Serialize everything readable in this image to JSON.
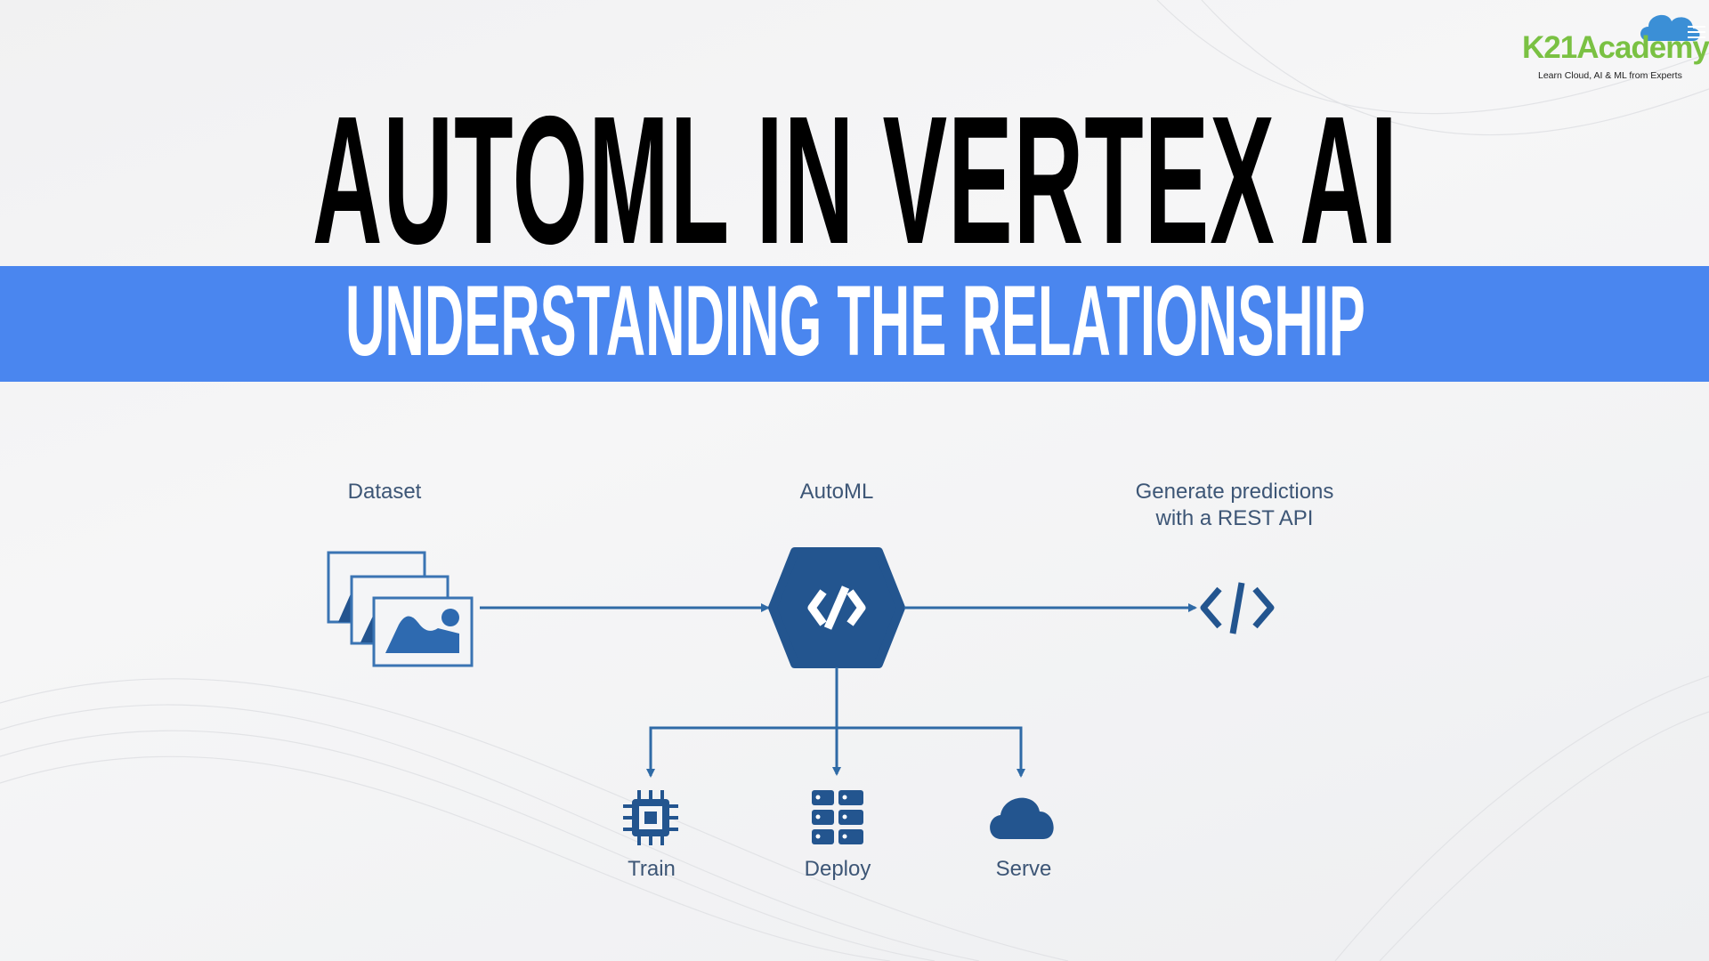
{
  "header": {
    "title": "AUTOML IN VERTEX AI",
    "subtitle": "UNDERSTANDING THE RELATIONSHIP"
  },
  "logo": {
    "name": "K21Academy",
    "tagline": "Learn Cloud, AI & ML from Experts",
    "icon": "cloud-database-icon"
  },
  "diagram": {
    "dataset_label": "Dataset",
    "automl_label": "AutoML",
    "predictions_label_line1": "Generate predictions",
    "predictions_label_line2": "with a REST API",
    "steps": [
      {
        "label": "Train",
        "icon": "chip-icon"
      },
      {
        "label": "Deploy",
        "icon": "server-grid-icon"
      },
      {
        "label": "Serve",
        "icon": "cloud-icon"
      }
    ]
  },
  "colors": {
    "band": "#4a86ef",
    "diagram_blue": "#2b5c96",
    "logo_green": "#7ac143",
    "logo_blue": "#3b8fd6"
  }
}
